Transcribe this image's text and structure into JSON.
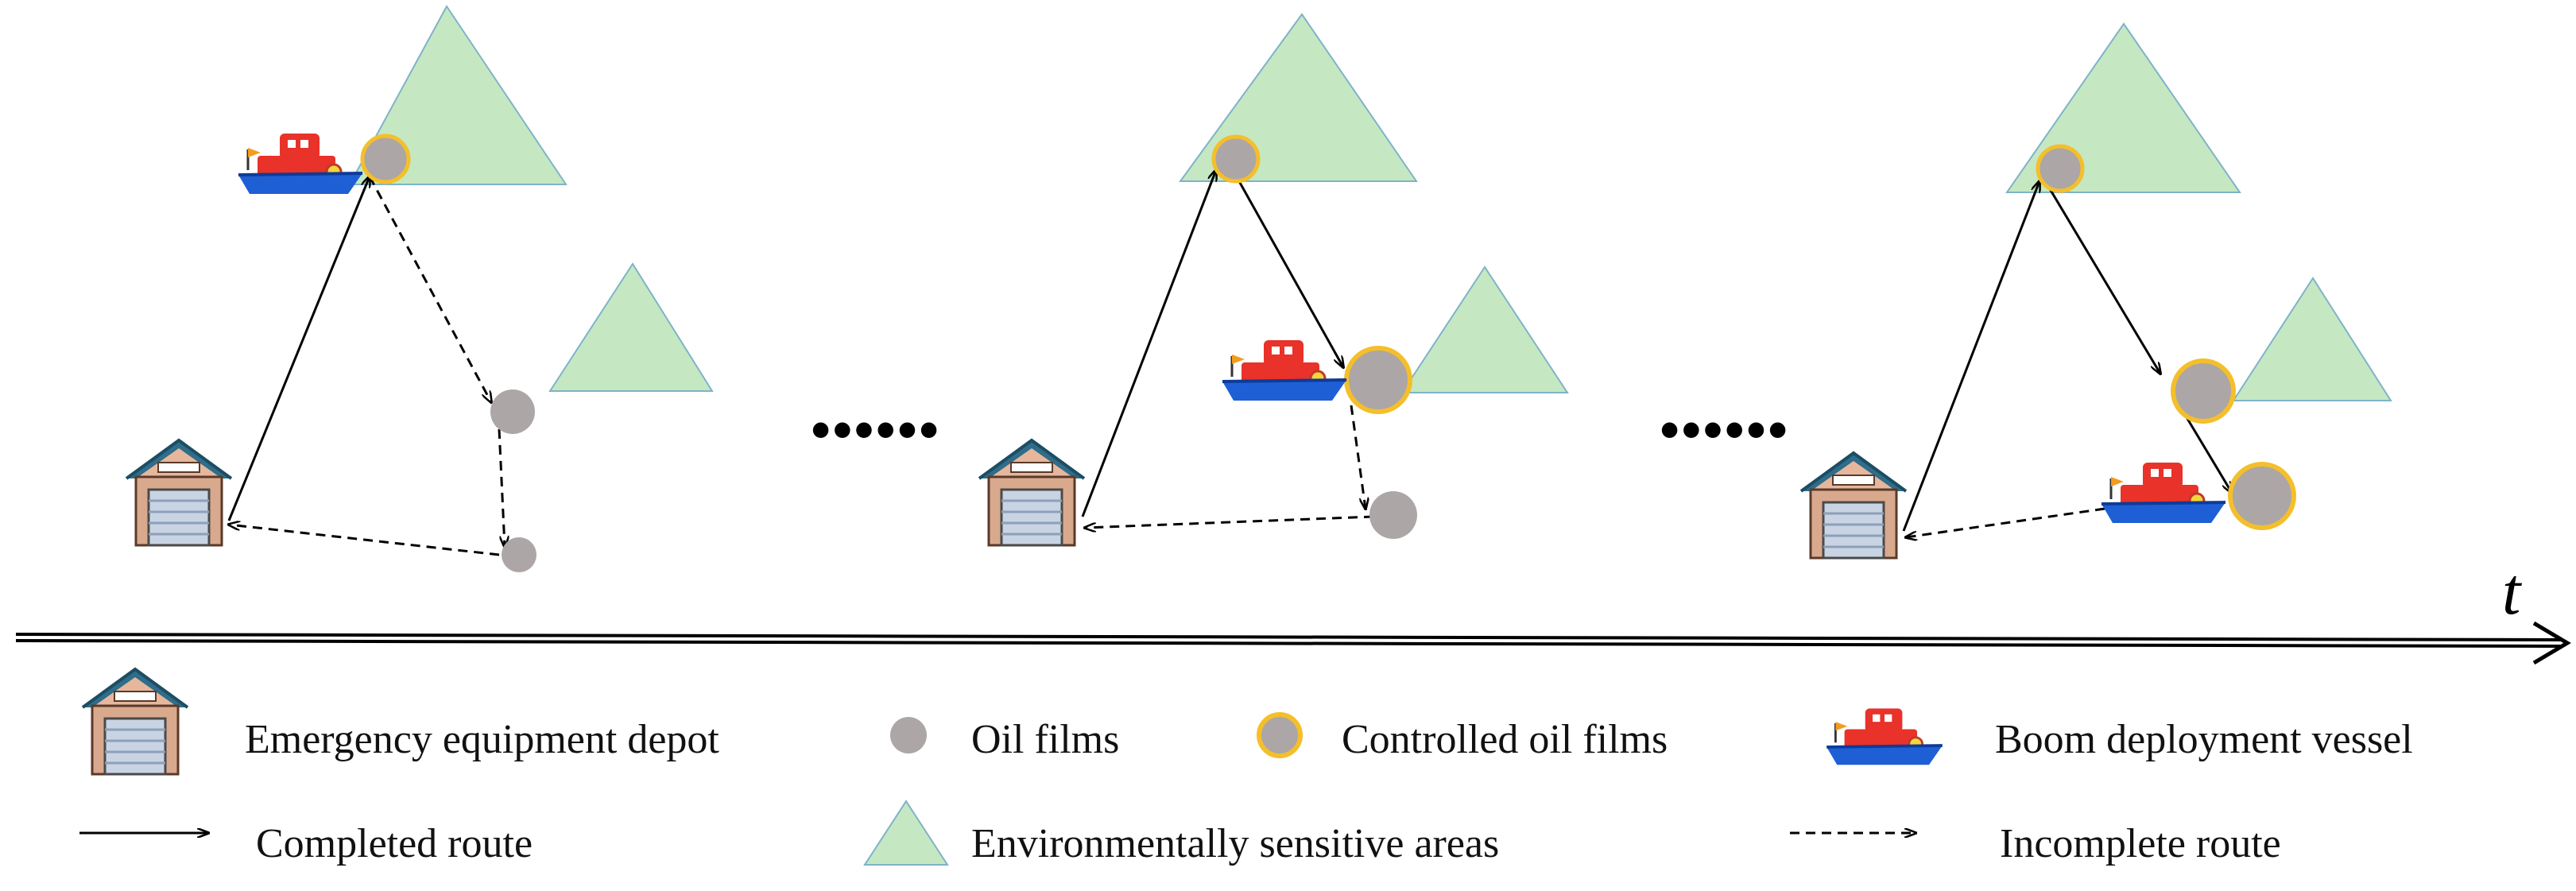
{
  "axis": {
    "label": "t"
  },
  "ellipsis": "••••••",
  "legend": {
    "depot": "Emergency equipment depot",
    "oil_films": "Oil films",
    "controlled_oil_films": "Controlled oil films",
    "vessel": "Boom deployment vessel",
    "completed_route": "Completed route",
    "sensitive_areas": "Environmentally sensitive areas",
    "incomplete_route": "Incomplete route"
  },
  "colors": {
    "triangle_fill": "#c5e8c3",
    "triangle_stroke": "#7fb3c8",
    "oil_film": "#ada6a6",
    "controlled_ring": "#f4bf2a",
    "vessel_hull_blue": "#1f5fd6",
    "vessel_red": "#e8322a",
    "depot_wall": "#d9a98e",
    "depot_roof": "#2f6d8a",
    "depot_door": "#c8d4e3"
  },
  "icons": [
    "depot-icon",
    "vessel-icon",
    "oil-film-icon",
    "controlled-oil-film-icon",
    "triangle-icon",
    "arrow-icon"
  ]
}
